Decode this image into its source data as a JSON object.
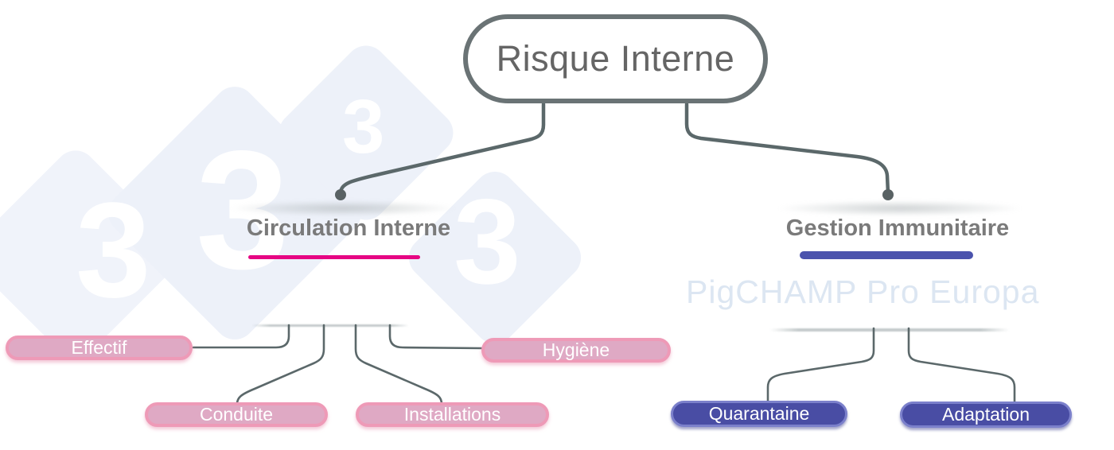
{
  "diagram": {
    "type": "mindmap",
    "root": {
      "label": "Risque Interne"
    },
    "branches": [
      {
        "label": "Circulation Interne",
        "accent_color": "#e60583",
        "children": [
          {
            "label": "Effectif"
          },
          {
            "label": "Conduite"
          },
          {
            "label": "Installations"
          },
          {
            "label": "Hygiène"
          }
        ]
      },
      {
        "label": "Gestion Immunitaire",
        "accent_color": "#4b53ad",
        "children": [
          {
            "label": "Quarantaine"
          },
          {
            "label": "Adaptation"
          }
        ]
      }
    ]
  },
  "watermark": {
    "brand_text": "PigCHAMP Pro Europa",
    "logo_digit": "3"
  },
  "colors": {
    "root_border": "#6a7375",
    "root_text": "#656565",
    "branch_label_text": "#7a7a7a",
    "connector": "#5b686a",
    "connector_dot": "#596264",
    "pink_pill_fill": "#dfa9c4",
    "pink_pill_border": "#ee9ab7",
    "blue_pill_fill": "#494da4",
    "blue_pill_border": "#7b80cb",
    "circulation_underline": "#e60583",
    "gestion_underline": "#4b53ad",
    "watermark_diamond": "#edf1f9",
    "watermark_text": "#dce6f2"
  }
}
